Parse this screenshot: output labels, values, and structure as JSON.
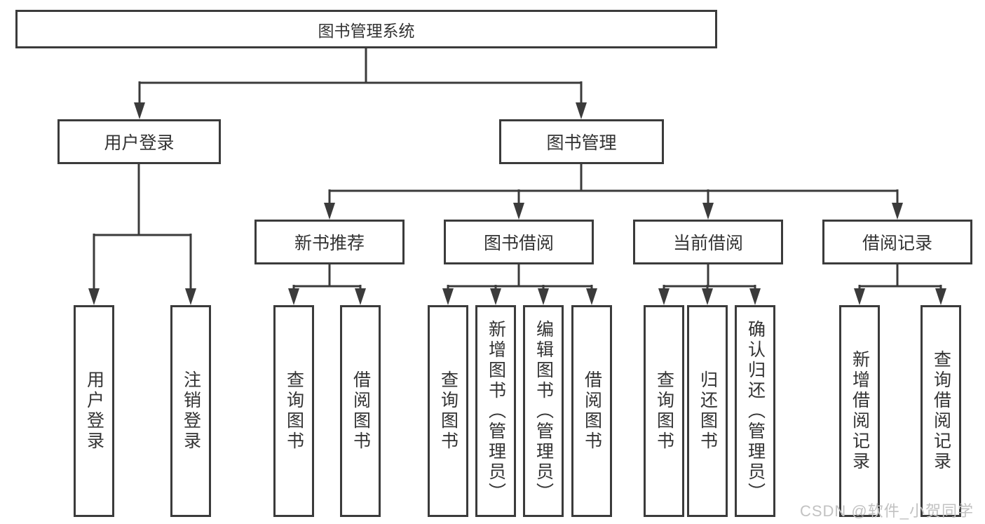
{
  "diagram": {
    "nodes": {
      "root": "图书管理系统",
      "user_login": "用户登录",
      "book_mgmt": "图书管理",
      "new_book_rec": "新书推荐",
      "book_borrow": "图书借阅",
      "current_borrow": "当前借阅",
      "borrow_record": "借阅记录",
      "leaf_user_login": "用户登录",
      "leaf_logout": "注销登录",
      "leaf_query_book_rec": "查询图书",
      "leaf_borrow_book_rec": "借阅图书",
      "leaf_query_book_borrow": "查询图书",
      "leaf_add_book": "新增图书（管理员）",
      "leaf_edit_book": "编辑图书（管理员）",
      "leaf_borrow_book_borrow": "借阅图书",
      "leaf_query_book_current": "查询图书",
      "leaf_return_book": "归还图书",
      "leaf_confirm_return": "确认归还（管理员）",
      "leaf_add_borrow_record": "新增借阅记录",
      "leaf_query_borrow_record": "查询借阅记录"
    }
  },
  "watermark": {
    "text": "CSDN @软件_小贺同学"
  },
  "colors": {
    "line": "#3b3b3b",
    "text": "#333333",
    "watermark_text": "#c2c2c2",
    "background": "#ffffff"
  }
}
